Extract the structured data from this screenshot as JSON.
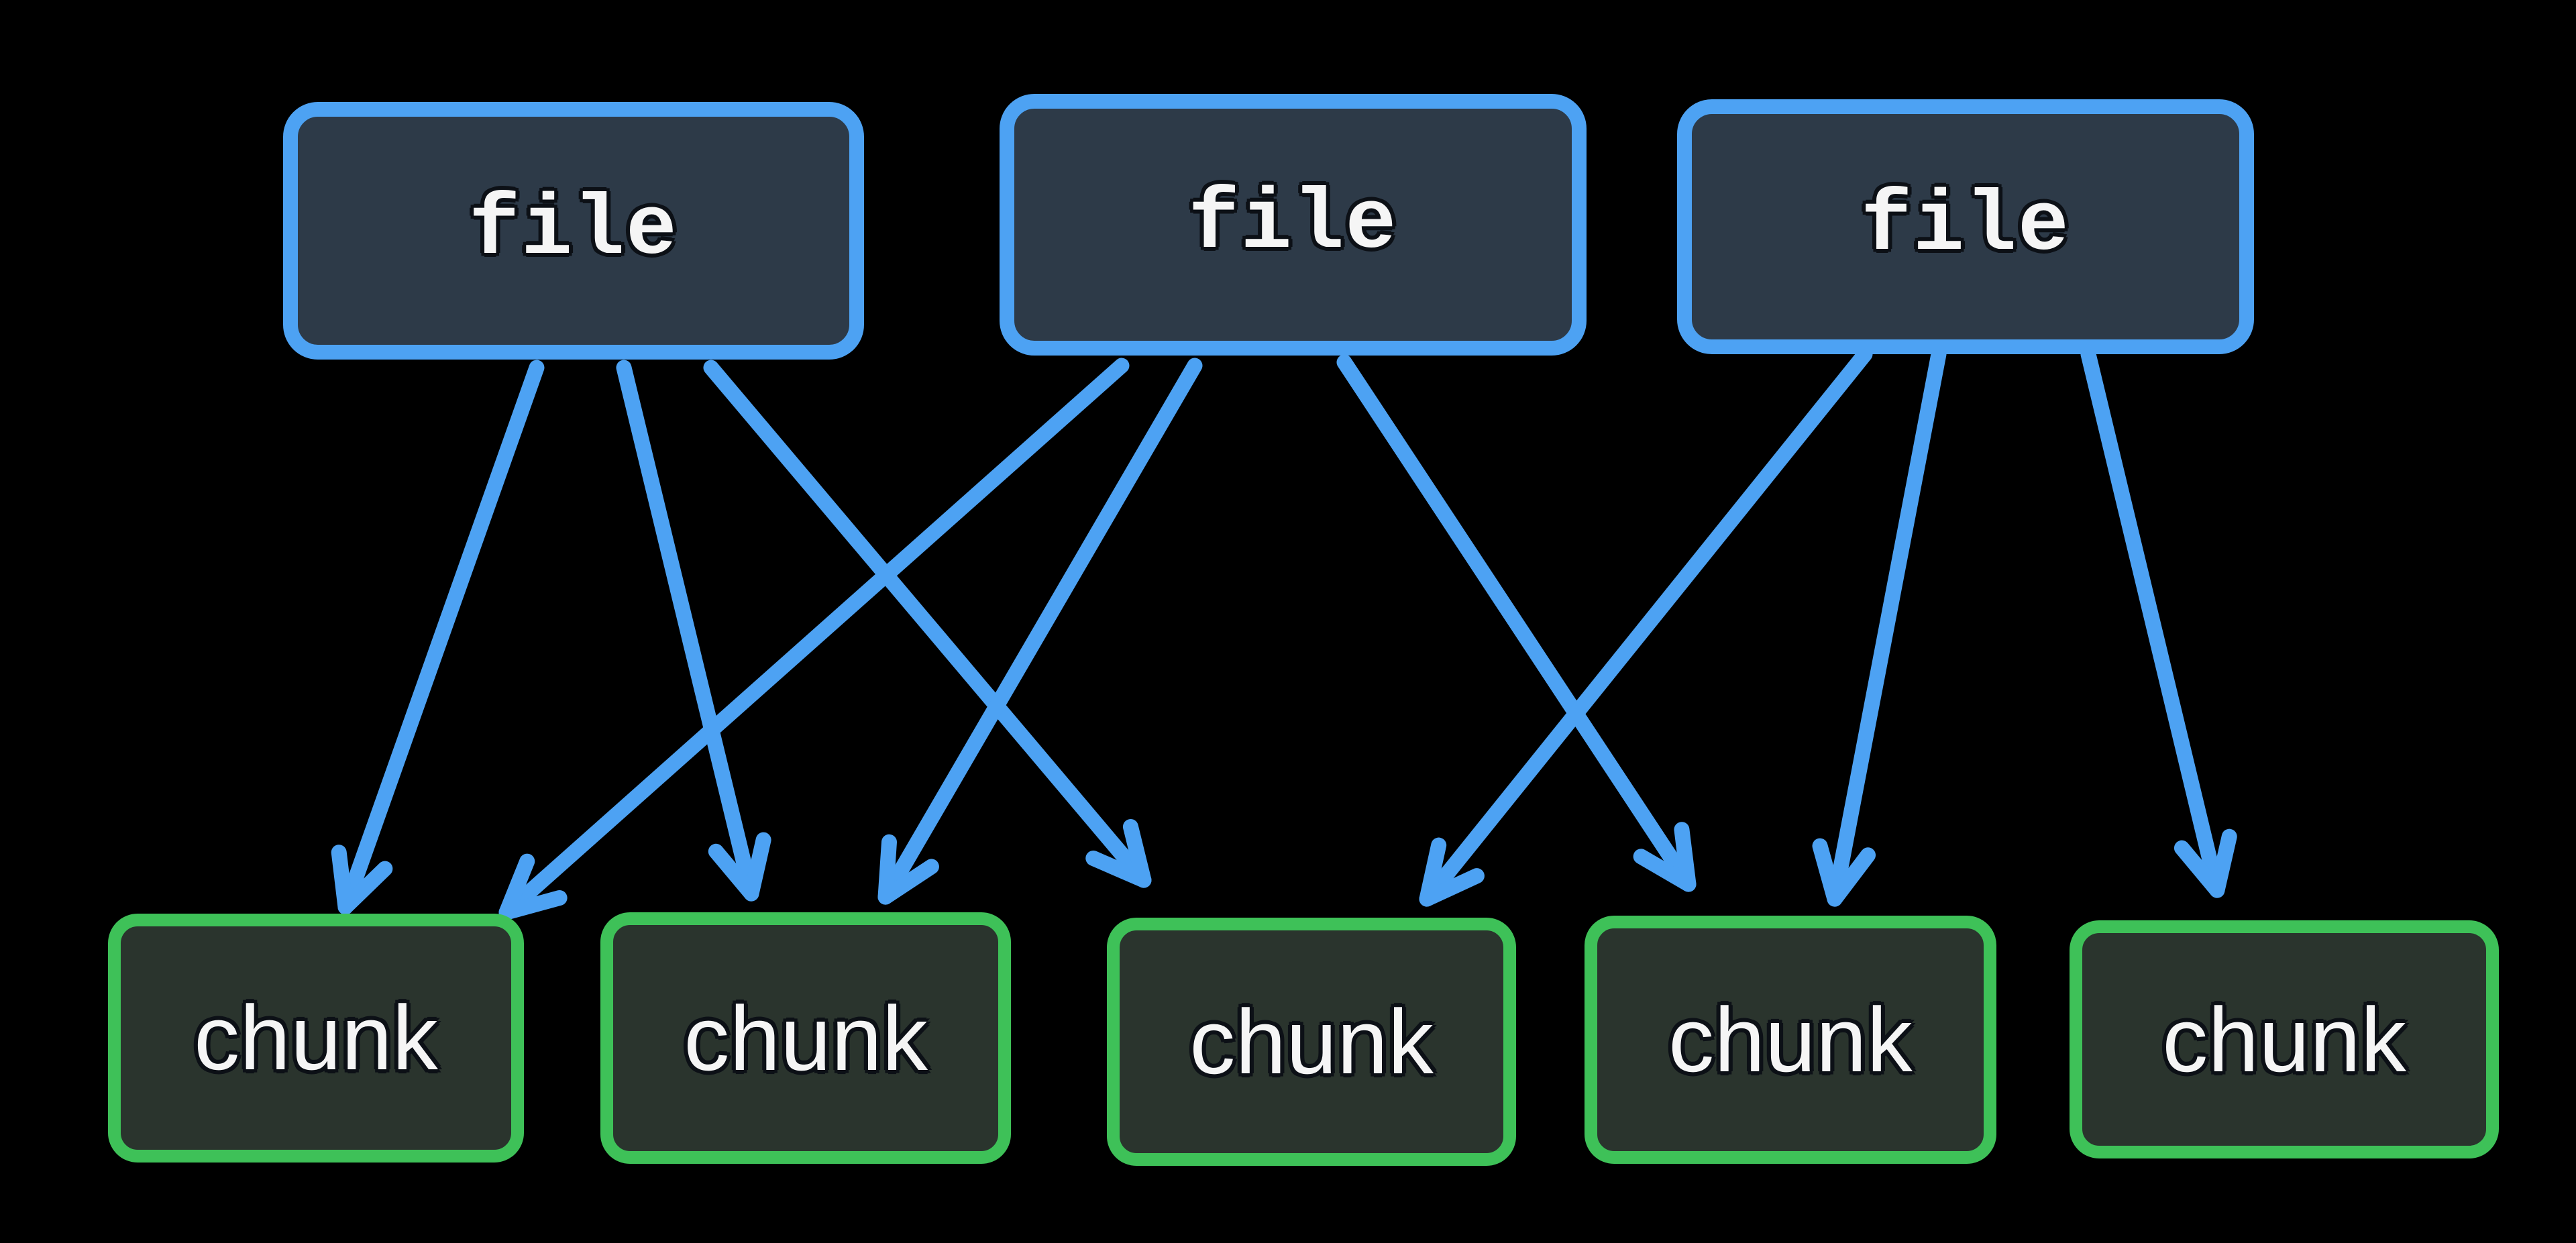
{
  "diagram": {
    "description": "Mapping of files to content-defined chunks: three file nodes point to five chunk nodes with crossing arrows",
    "files": [
      {
        "id": "file-1",
        "label": "file"
      },
      {
        "id": "file-2",
        "label": "file"
      },
      {
        "id": "file-3",
        "label": "file"
      }
    ],
    "chunks": [
      {
        "id": "chunk-1",
        "label": "chunk"
      },
      {
        "id": "chunk-2",
        "label": "chunk"
      },
      {
        "id": "chunk-3",
        "label": "chunk"
      },
      {
        "id": "chunk-4",
        "label": "chunk"
      },
      {
        "id": "chunk-5",
        "label": "chunk"
      }
    ],
    "edges": [
      {
        "from": "file-1",
        "to": "chunk-1"
      },
      {
        "from": "file-1",
        "to": "chunk-2"
      },
      {
        "from": "file-1",
        "to": "chunk-3"
      },
      {
        "from": "file-2",
        "to": "chunk-1"
      },
      {
        "from": "file-2",
        "to": "chunk-2"
      },
      {
        "from": "file-2",
        "to": "chunk-4"
      },
      {
        "from": "file-3",
        "to": "chunk-3"
      },
      {
        "from": "file-3",
        "to": "chunk-4"
      },
      {
        "from": "file-3",
        "to": "chunk-5"
      }
    ]
  },
  "colors": {
    "background": "#000000",
    "file_border": "#4da2f3",
    "file_fill": "#2d3a48",
    "chunk_border": "#3ec158",
    "chunk_fill": "#2a342d",
    "arrow": "#4da2f3",
    "label_text": "#f5f5f5",
    "label_outline": "#0c1016"
  }
}
